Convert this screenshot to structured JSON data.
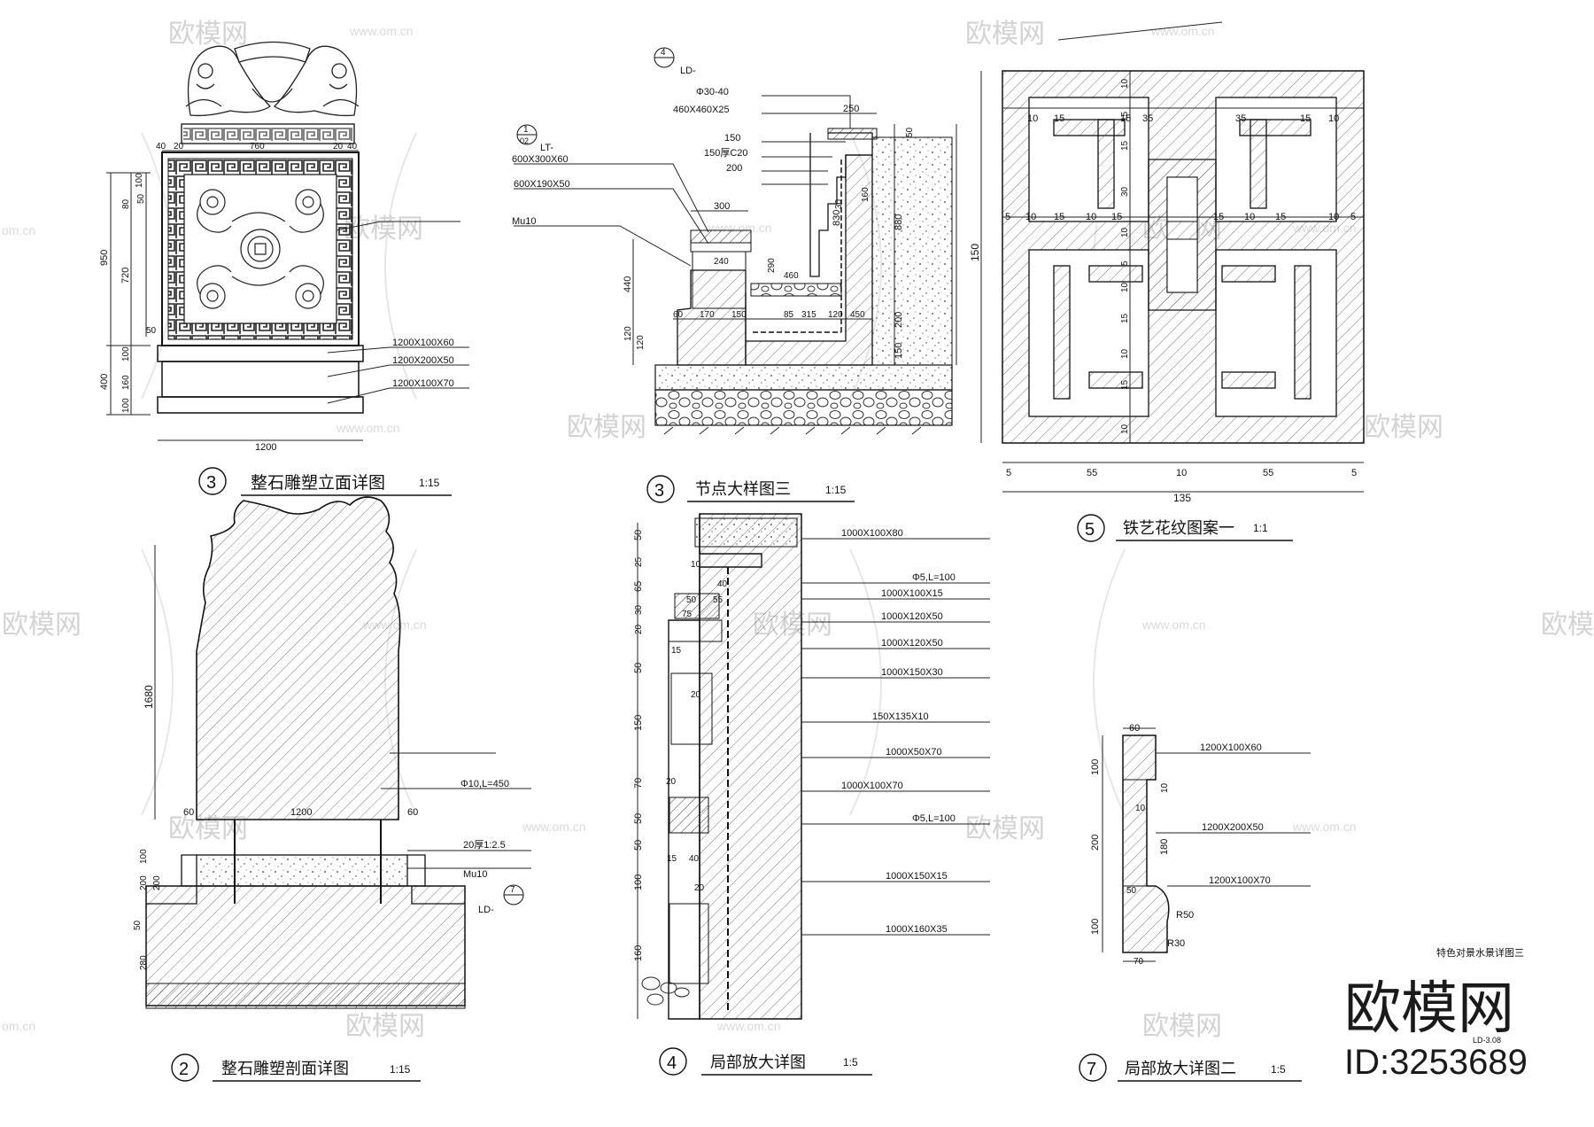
{
  "watermark": {
    "brand": "欧模网",
    "url": "www.om.cn",
    "url_short": "om.cn"
  },
  "brand_mark": {
    "name": "欧模网",
    "id": "ID:3253689"
  },
  "sheet": {
    "label": "特色对景水景详图三",
    "code": "LD-3.08"
  },
  "titles": {
    "d1": {
      "num": "3",
      "name": "整石雕塑立面详图",
      "scale": "1:15"
    },
    "d2": {
      "num": "3",
      "name": "节点大样图三",
      "scale": "1:15"
    },
    "d3": {
      "num": "5",
      "name": "铁艺花纹图案一",
      "scale": "1:1"
    },
    "d4": {
      "num": "2",
      "name": "整石雕塑剖面详图",
      "scale": "1:15"
    },
    "d5": {
      "num": "4",
      "name": "局部放大详图",
      "scale": "1:5"
    },
    "d6": {
      "num": "7",
      "name": "局部放大详图二",
      "scale": "1:5"
    }
  },
  "elev": {
    "dims_top": [
      "40",
      "20",
      "760",
      "20",
      "40"
    ],
    "dims_left": [
      "950",
      "100",
      "80",
      "50",
      "720",
      "50",
      "400",
      "100",
      "160",
      "100"
    ],
    "dim_bottom": "1200",
    "labels": [
      "1200X100X60",
      "1200X200X50",
      "1200X100X70"
    ]
  },
  "node": {
    "callout_num": "4",
    "callout_ref": "LD-",
    "ref2_num": "1",
    "ref2_sub": "02",
    "ref2_ref": "LT-",
    "labels": [
      "Φ30-40",
      "460X460X25",
      "150",
      "150厚C20",
      "200",
      "600X300X60",
      "600X190X50",
      "Mu10"
    ],
    "dims": [
      "250",
      "50",
      "300",
      "830",
      "880",
      "160",
      "240",
      "290",
      "460",
      "440",
      "120",
      "120",
      "60",
      "170",
      "150",
      "85",
      "315",
      "120",
      "450",
      "200",
      "150",
      "30"
    ]
  },
  "pattern": {
    "dims_top_row": [
      "10",
      "15",
      "15",
      "35",
      "35",
      "15",
      "10"
    ],
    "dims_mid_row": [
      "5",
      "10",
      "15",
      "10",
      "15",
      "15",
      "10",
      "15",
      "10",
      "5"
    ],
    "dims_bottom": [
      "5",
      "55",
      "10",
      "55",
      "5"
    ],
    "dim_total": "135",
    "dim_left": "150",
    "dims_vert": [
      "10",
      "15",
      "15",
      "30",
      "10",
      "5",
      "10",
      "15",
      "10",
      "15",
      "10"
    ]
  },
  "section": {
    "dim_height": "1680",
    "labels": [
      "Φ10,L=450",
      "20厚1:2.5",
      "Mu10"
    ],
    "dims": [
      "60",
      "1200",
      "60",
      "100",
      "200",
      "200",
      "50",
      "280"
    ],
    "callout_num": "7",
    "callout_ref": "LD-"
  },
  "detail4": {
    "labels": [
      "1000X100X80",
      "Φ5,L=100",
      "1000X100X15",
      "1000X120X50",
      "1000X120X50",
      "1000X150X30",
      "150X135X10",
      "1000X50X70",
      "1000X100X70",
      "Φ5,L=100",
      "1000X150X15",
      "1000X160X35"
    ],
    "dims_left": [
      "50",
      "25",
      "65",
      "30",
      "20",
      "50",
      "150",
      "70",
      "50",
      "50",
      "100",
      "160"
    ],
    "dims_inner": [
      "10",
      "40",
      "50",
      "55",
      "75",
      "15",
      "20",
      "20",
      "15",
      "40",
      "20"
    ]
  },
  "detail7": {
    "labels": [
      "1200X100X60",
      "1200X200X50",
      "1200X100X70"
    ],
    "dims": [
      "60",
      "100",
      "10",
      "10",
      "200",
      "180",
      "50",
      "100",
      "70"
    ],
    "radii": [
      "R50",
      "R30"
    ]
  }
}
